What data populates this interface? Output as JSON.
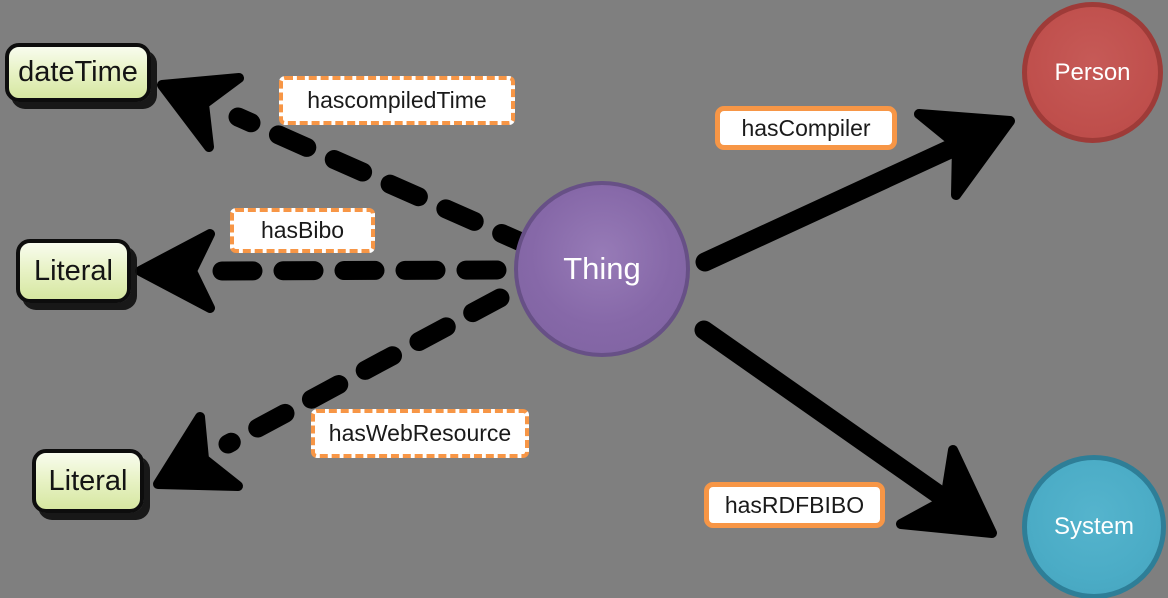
{
  "diagram": {
    "title": "Thing ontology relations diagram",
    "background_color": "#7f7f7f",
    "nodes": {
      "thing": {
        "label": "Thing",
        "shape": "circle",
        "fill": "#8064a2",
        "border_color": "#675086",
        "text_color": "#ffffff"
      },
      "datetime": {
        "label": "dateTime",
        "shape": "rounded-rect",
        "fill": "#d6e7a1",
        "border_color": "#0d0d0d",
        "text_color": "#141414"
      },
      "literal_mid": {
        "label": "Literal",
        "shape": "rounded-rect",
        "fill": "#d6e7a1",
        "border_color": "#0d0d0d",
        "text_color": "#141414"
      },
      "literal_bottom": {
        "label": "Literal",
        "shape": "rounded-rect",
        "fill": "#d6e7a1",
        "border_color": "#0d0d0d",
        "text_color": "#141414"
      },
      "person": {
        "label": "Person",
        "shape": "circle",
        "fill": "#c0504d",
        "border_color": "#9e3b38",
        "text_color": "#ffffff"
      },
      "system": {
        "label": "System",
        "shape": "circle",
        "fill": "#4bacc6",
        "border_color": "#2e7e97",
        "text_color": "#ffffff"
      }
    },
    "edges": {
      "hascompiledtime": {
        "label": "hascompiledTime",
        "from": "Thing",
        "to": "dateTime",
        "line_style": "dashed",
        "label_border": "dotted-orange"
      },
      "hasbibo": {
        "label": "hasBibo",
        "from": "Thing",
        "to": "Literal",
        "line_style": "dashed",
        "label_border": "dotted-orange"
      },
      "haswebresource": {
        "label": "hasWebResource",
        "from": "Thing",
        "to": "Literal",
        "line_style": "dashed",
        "label_border": "dotted-orange"
      },
      "hascompiler": {
        "label": "hasCompiler",
        "from": "Thing",
        "to": "Person",
        "line_style": "solid",
        "label_border": "solid-orange"
      },
      "hasrdfbibo": {
        "label": "hasRDFBIBO",
        "from": "Thing",
        "to": "System",
        "line_style": "solid",
        "label_border": "solid-orange"
      }
    },
    "accent_colors": {
      "label_border_orange": "#f79646",
      "arrow_black": "#000000"
    }
  }
}
